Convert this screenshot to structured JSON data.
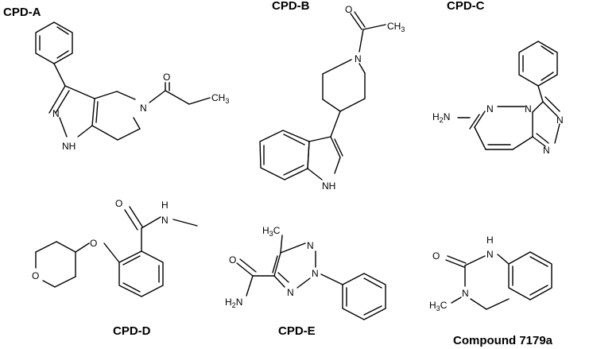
{
  "compounds": [
    {
      "label": "CPD-A",
      "atoms": {
        "n1": "N",
        "n2": "N",
        "nh": "NH",
        "o": "O",
        "ch3": "CH",
        "ch3_sub": "3"
      }
    },
    {
      "label": "CPD-B",
      "atoms": {
        "o": "O",
        "ch3": "CH",
        "ch3_sub": "3",
        "n": "N",
        "nh": "NH"
      }
    },
    {
      "label": "CPD-C",
      "atoms": {
        "h2n": "H",
        "h2n_sub": "2",
        "h2n_n": "N",
        "n1": "N",
        "n2": "N",
        "n3": "N",
        "n4": "N"
      }
    },
    {
      "label": "CPD-D",
      "atoms": {
        "o_ring": "O",
        "o_ether": "O",
        "o_carbonyl": "O",
        "n": "N",
        "h": "H"
      }
    },
    {
      "label": "CPD-E",
      "atoms": {
        "h3c": "H",
        "h3c_sub": "3",
        "h3c_c": "C",
        "o": "O",
        "h2n": "H",
        "h2n_sub": "2",
        "h2n_n": "N",
        "n1": "N",
        "n2": "N",
        "n3": "N"
      }
    },
    {
      "label": "Compound 7179a",
      "atoms": {
        "o": "O",
        "nh": "N",
        "nh_h": "H",
        "n": "N",
        "h3c": "H",
        "h3c_sub": "3",
        "h3c_c": "C"
      }
    }
  ]
}
